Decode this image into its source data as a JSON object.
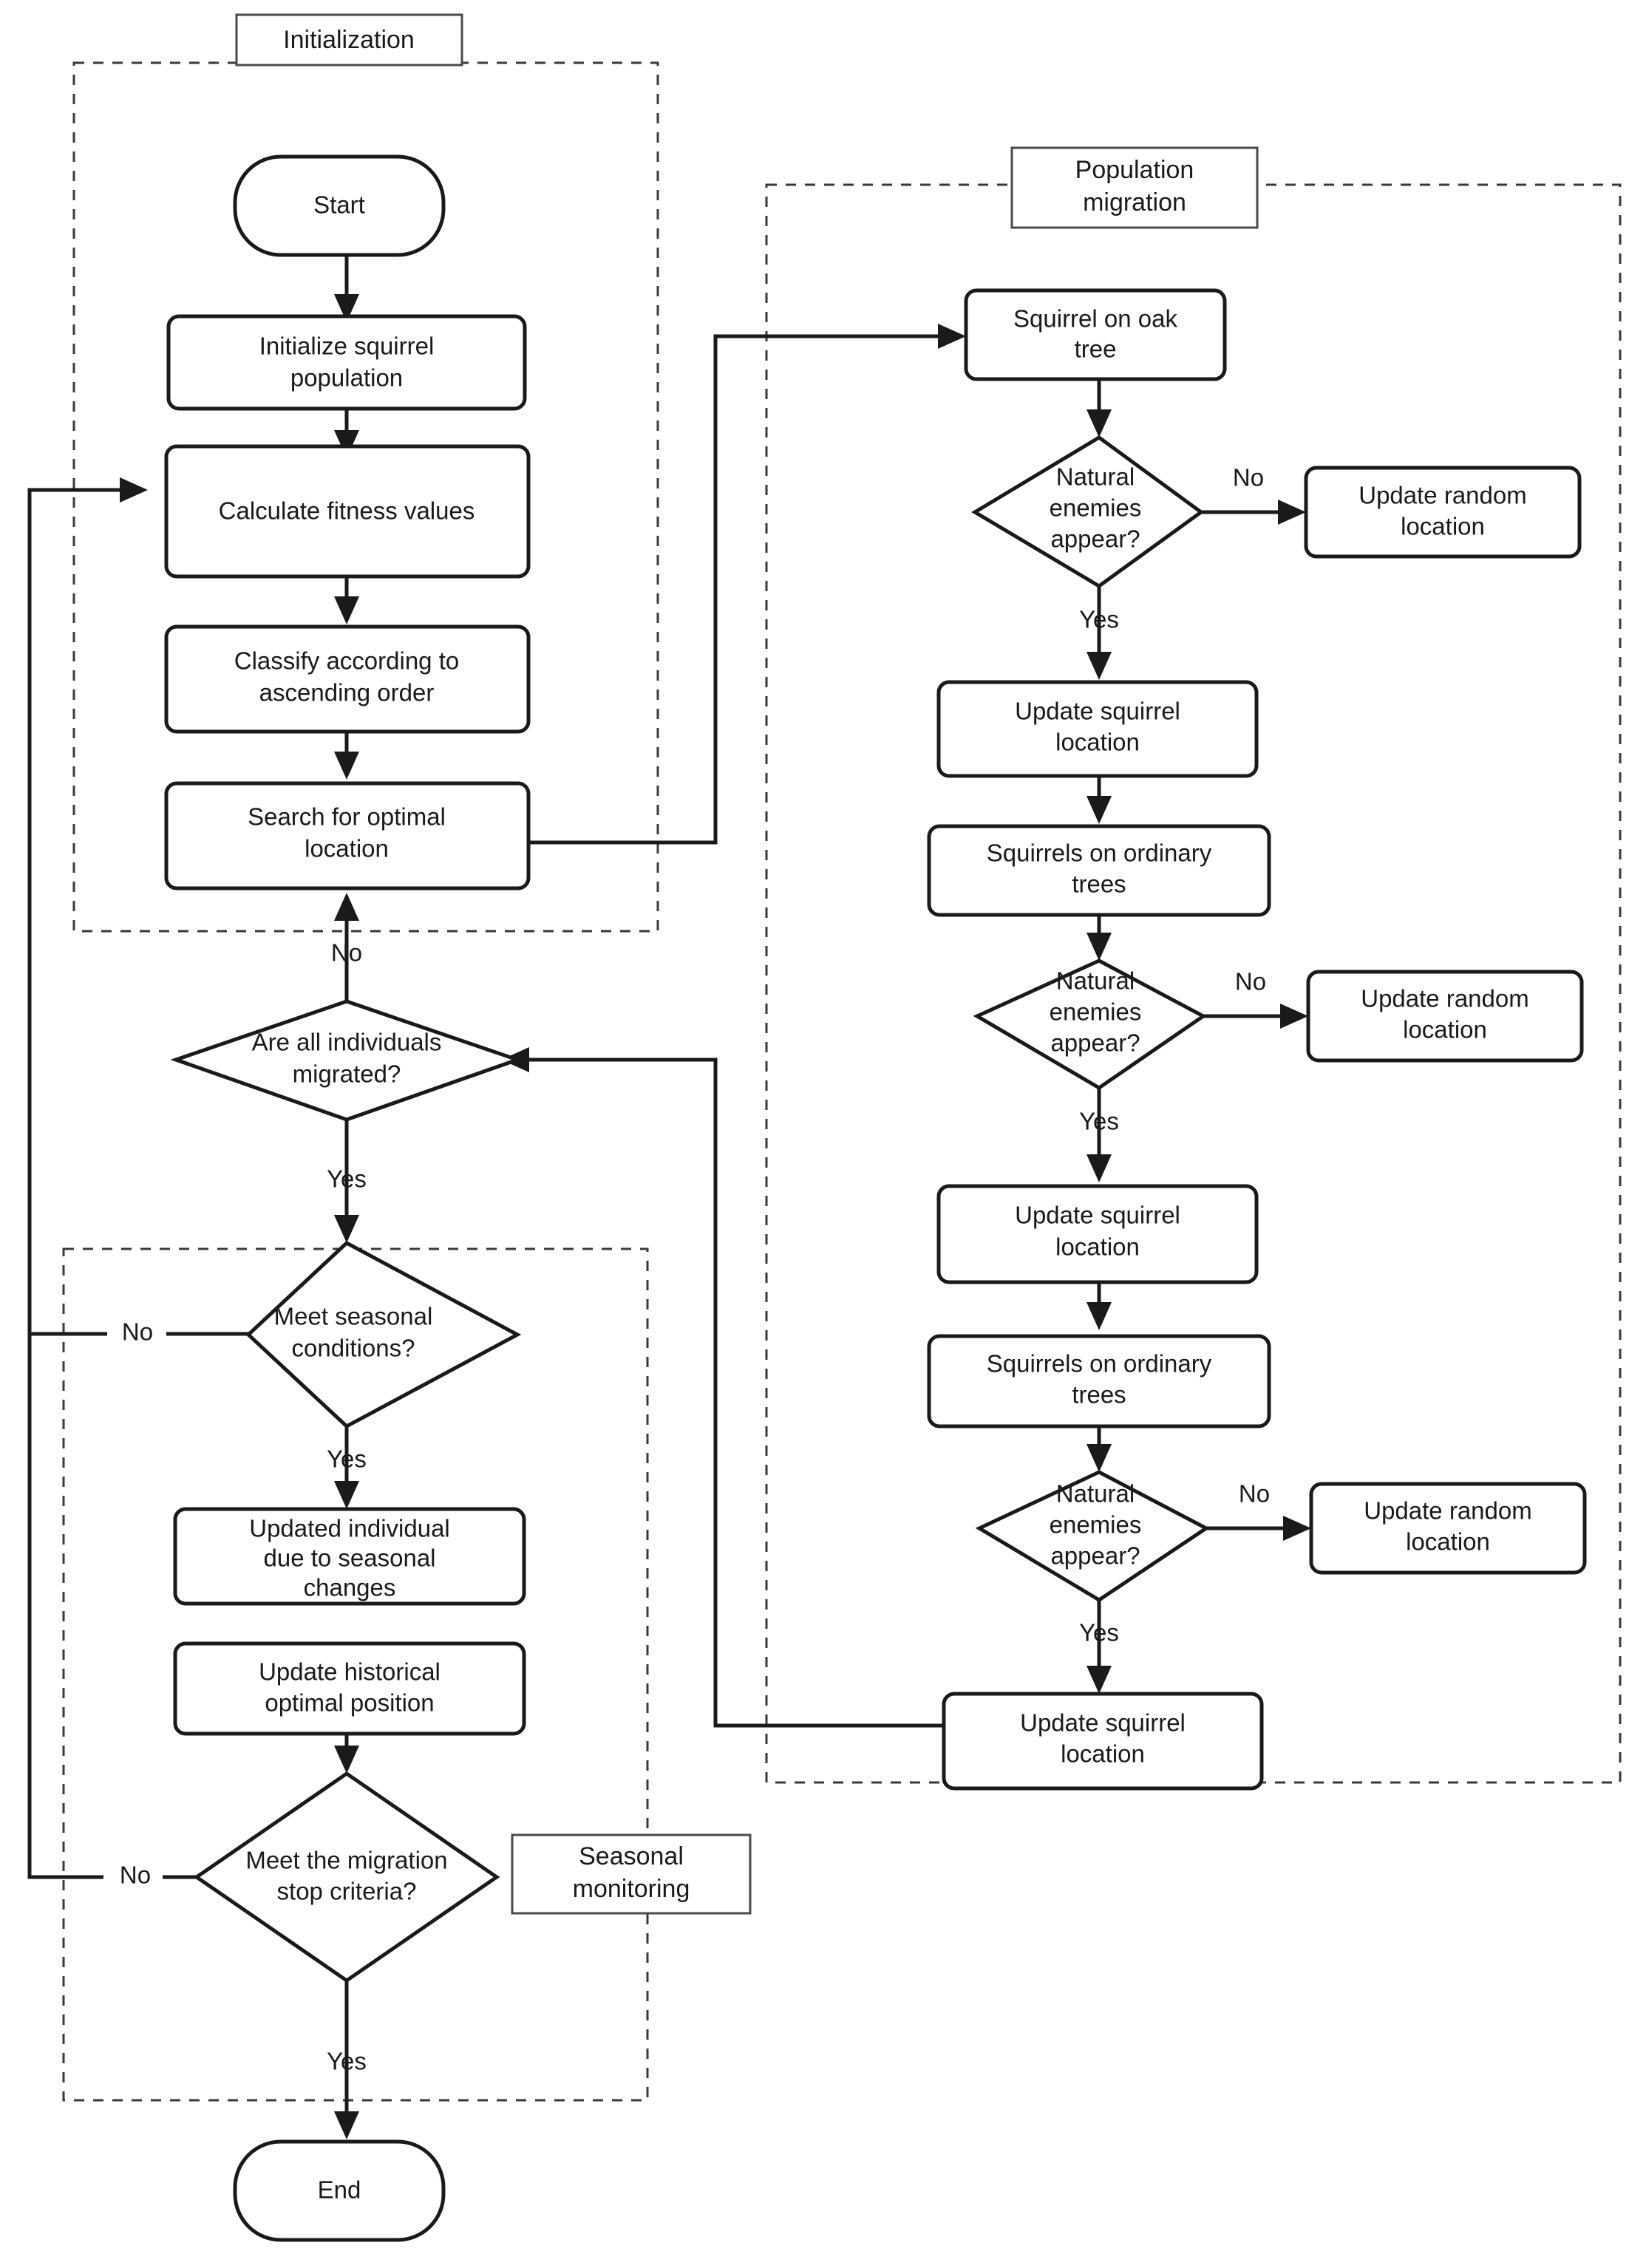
{
  "diagram": {
    "title": "Squirrel Search Algorithm Flowchart",
    "groups": [
      {
        "id": "initialization",
        "label": "Initialization"
      },
      {
        "id": "population-migration",
        "label": "Population\nmigration"
      },
      {
        "id": "seasonal-monitoring",
        "label": "Seasonal\nmonitoring"
      }
    ],
    "nodes": {
      "start": {
        "label": "Start",
        "shape": "terminator"
      },
      "init_population": {
        "label": "Initialize squirrel\npopulation",
        "shape": "process"
      },
      "calc_fitness": {
        "label": "Calculate fitness values",
        "shape": "process"
      },
      "classify": {
        "label": "Classify according to\nascending order",
        "shape": "process"
      },
      "search_optimal": {
        "label": "Search for optimal\nlocation",
        "shape": "process"
      },
      "all_migrated": {
        "label": "Are all individuals\nmigrated?",
        "shape": "decision"
      },
      "seasonal_cond": {
        "label": "Meet seasonal\nconditions?",
        "shape": "decision"
      },
      "updated_individual": {
        "label": "Updated individual\ndue to seasonal\nchanges",
        "shape": "process"
      },
      "update_historical": {
        "label": "Update historical\noptimal position",
        "shape": "process"
      },
      "stop_criteria": {
        "label": "Meet the migration\nstop criteria?",
        "shape": "decision"
      },
      "end": {
        "label": "End",
        "shape": "terminator"
      },
      "oak_tree": {
        "label": "Squirrel on oak\ntree",
        "shape": "process"
      },
      "enemies_1": {
        "label": "Natural\nenemies\nappear?",
        "shape": "decision"
      },
      "random_1": {
        "label": "Update random\nlocation",
        "shape": "process"
      },
      "update_sq_1": {
        "label": "Update squirrel\nlocation",
        "shape": "process"
      },
      "ordinary_1": {
        "label": "Squirrels on ordinary\ntrees",
        "shape": "process"
      },
      "enemies_2": {
        "label": "Natural\nenemies\nappear?",
        "shape": "decision"
      },
      "random_2": {
        "label": "Update random\nlocation",
        "shape": "process"
      },
      "update_sq_2": {
        "label": "Update squirrel\nlocation",
        "shape": "process"
      },
      "ordinary_2": {
        "label": "Squirrels on ordinary\ntrees",
        "shape": "process"
      },
      "enemies_3": {
        "label": "Natural\nenemies\nappear?",
        "shape": "decision"
      },
      "random_3": {
        "label": "Update random\nlocation",
        "shape": "process"
      },
      "update_sq_3": {
        "label": "Update squirrel\nlocation",
        "shape": "process"
      }
    },
    "edge_labels": {
      "no_to_search": "No",
      "yes_to_seasonal": "Yes",
      "no_seasonal": "No",
      "yes_seasonal": "Yes",
      "no_stop": "No",
      "yes_stop": "Yes",
      "no_enemies_1": "No",
      "yes_enemies_1": "Yes",
      "no_enemies_2": "No",
      "yes_enemies_2": "Yes",
      "no_enemies_3": "No",
      "yes_enemies_3": "Yes"
    },
    "colors": {
      "stroke": "#1a1a1a",
      "group_stroke": "#3a3a3a",
      "background": "#ffffff"
    }
  }
}
